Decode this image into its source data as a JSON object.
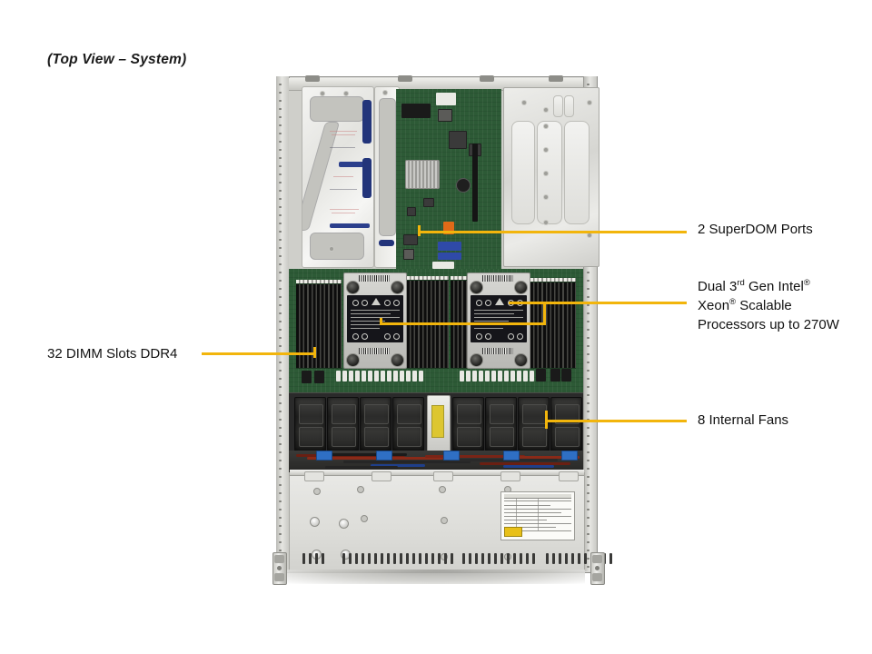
{
  "figure": {
    "caption": "(Top View – System)",
    "subject": "1U rackmount server chassis, top view with cover removed"
  },
  "callouts": [
    {
      "id": "superdom",
      "label_full": "2 SuperDOM Ports",
      "lines": [
        "2 SuperDOM Ports"
      ],
      "side": "right",
      "leader_color": "#f2b50c",
      "points_to": "orange SuperDOM connectors on motherboard"
    },
    {
      "id": "cpu",
      "label_full": "Dual 3rd Gen Intel® Xeon® Scalable Processors up to 270W",
      "lines": [
        {
          "pre": "Dual 3",
          "sup": "rd",
          "post": " Gen Intel",
          "reg": "®"
        },
        {
          "pre": "Xeon",
          "reg": "®",
          "post": " Scalable"
        },
        {
          "pre": "Processors up to 270W"
        }
      ],
      "side": "right",
      "leader_color": "#f2b50c",
      "points_to": "two CPU heatsinks"
    },
    {
      "id": "fans",
      "label_full": "8 Internal Fans",
      "lines": [
        "8 Internal Fans"
      ],
      "side": "right",
      "leader_color": "#f2b50c",
      "points_to": "row of internal cooling fans"
    },
    {
      "id": "dimm",
      "label_full": "32 DIMM Slots DDR4",
      "lines": [
        "32 DIMM Slots DDR4"
      ],
      "side": "left",
      "leader_color": "#f2b50c",
      "points_to": "DIMM memory slot banks"
    }
  ],
  "colors": {
    "leader": "#f2b50c",
    "pcb_green": "#2d5a36",
    "chassis_silver": "#d8d8d4",
    "riser_blue": "#2b3f8c",
    "fan_black": "#232322",
    "sticker_yellow": "#e8c018",
    "connector_orange": "#e06a18",
    "text": "#111111",
    "background": "#ffffff"
  },
  "hardware": {
    "fan_count": 8,
    "fan_groups": 2,
    "fans_per_group": 4,
    "cpu_count": 2,
    "dimm_slot_count": 32,
    "dimm_banks": 4,
    "superdom_port_count": 2,
    "form_factor": "1U",
    "memory_type": "DDR4",
    "cpu_family": "3rd Gen Intel Xeon Scalable",
    "cpu_max_tdp": "270W"
  }
}
